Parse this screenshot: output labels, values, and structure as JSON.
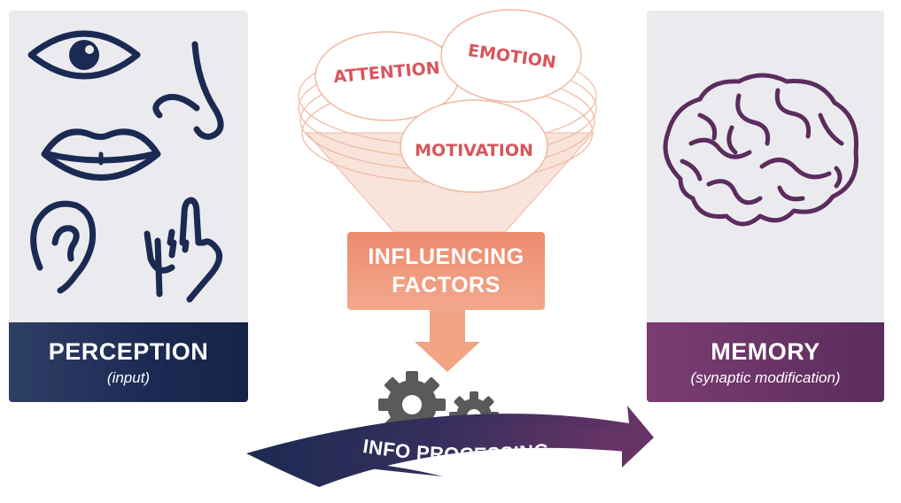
{
  "perception": {
    "title": "PERCEPTION",
    "subtitle": "(input)"
  },
  "memory": {
    "title": "MEMORY",
    "subtitle": "(synaptic modification)"
  },
  "factors": {
    "attention": "ATTENTION",
    "emotion": "EMOTION",
    "motivation": "MOTIVATION"
  },
  "influencing": {
    "line1": "INFLUENCING",
    "line2": "FACTORS"
  },
  "processing": {
    "label": "INFO PROCESSING"
  },
  "colors": {
    "navy": "#1b2a52",
    "plum": "#5b2c5d",
    "salmon": "#ed8a6e",
    "factor_text": "#d9555c",
    "gear": "#5a5a5a"
  },
  "icons": {
    "senses": [
      "eye-icon",
      "nose-icon",
      "mouth-icon",
      "ear-icon",
      "hand-icon"
    ],
    "memory": "brain-icon",
    "processing": "gears-icon"
  }
}
